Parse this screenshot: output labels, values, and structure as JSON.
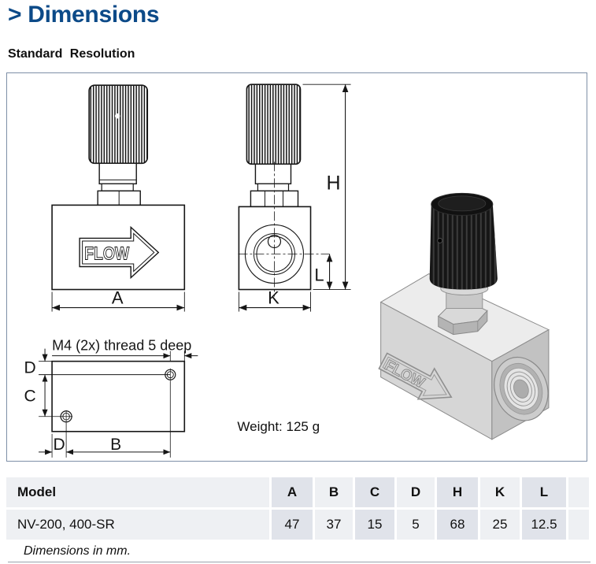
{
  "page": {
    "title": "> Dimensions",
    "subtitle": "Standard Resolution",
    "footnote": "Dimensions in mm."
  },
  "drawing": {
    "flow_label": "FLOW",
    "flow_label_3d": "FLOW",
    "thread_note": "M4 (2x) thread 5 deep",
    "weight_note": "Weight: 125 g",
    "dim_labels": {
      "a": "A",
      "h": "H",
      "l": "L",
      "k": "K",
      "d_top": "D",
      "c": "C",
      "d_bottom": "D",
      "b": "B"
    }
  },
  "table": {
    "headers": [
      "Model",
      "A",
      "B",
      "C",
      "D",
      "H",
      "K",
      "L"
    ],
    "rows": [
      [
        "NV-200, 400-SR",
        "47",
        "37",
        "15",
        "5",
        "68",
        "25",
        "12.5"
      ]
    ]
  },
  "colors": {
    "accent": "#0c4a88",
    "panel_border": "#7e8fa7",
    "table_light": "#eef0f3",
    "table_dark": "#e0e3ea",
    "line": "#161616"
  }
}
